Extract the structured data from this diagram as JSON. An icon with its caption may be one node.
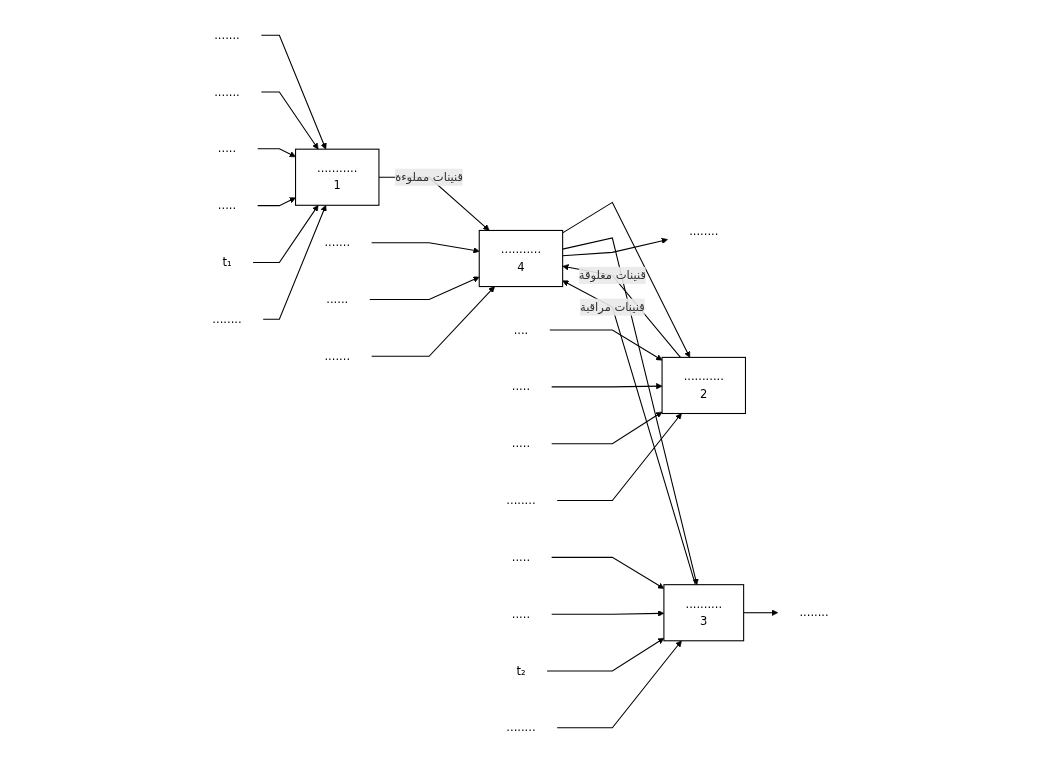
{
  "diagram": {
    "nodes": [
      {
        "text": [
          "...........",
          "1"
        ]
      },
      {
        "text": [
          "...........",
          "2"
        ]
      },
      {
        "text": [
          "..........",
          "3"
        ]
      },
      {
        "text": [
          "...........",
          "4"
        ]
      },
      {
        "text": [
          "......."
        ]
      },
      {
        "text": [
          "......."
        ]
      },
      {
        "text": [
          "....."
        ]
      },
      {
        "text": [
          "....."
        ]
      },
      {
        "text": [
          "t₁"
        ]
      },
      {
        "text": [
          "........"
        ]
      },
      {
        "text": [
          "...."
        ]
      },
      {
        "text": [
          "....."
        ]
      },
      {
        "text": [
          "....."
        ]
      },
      {
        "text": [
          "........"
        ]
      },
      {
        "text": [
          "....."
        ]
      },
      {
        "text": [
          "....."
        ]
      },
      {
        "text": [
          "t₂"
        ]
      },
      {
        "text": [
          "........"
        ]
      },
      {
        "text": [
          "........"
        ]
      },
      {
        "text": [
          "......."
        ]
      },
      {
        "text": [
          "......"
        ]
      },
      {
        "text": [
          "......."
        ]
      },
      {
        "text": [
          "........"
        ]
      }
    ],
    "edges": [
      {
        "from": 4,
        "to": 0,
        "arrow": "to"
      },
      {
        "from": 5,
        "to": 0,
        "arrow": "to"
      },
      {
        "from": 6,
        "to": 0,
        "arrow": "to"
      },
      {
        "from": 7,
        "to": 0,
        "arrow": "to"
      },
      {
        "from": 8,
        "to": 0,
        "arrow": "to"
      },
      {
        "from": 9,
        "to": 0,
        "arrow": "to"
      },
      {
        "from": 0,
        "to": 3,
        "label": "قنينات مملوءة",
        "arrow": "to"
      },
      {
        "from": 3,
        "to": 1,
        "arrow": "to"
      },
      {
        "from": 10,
        "to": 1,
        "arrow": "to"
      },
      {
        "from": 11,
        "to": 1,
        "arrow": "to"
      },
      {
        "from": 12,
        "to": 1,
        "arrow": "to"
      },
      {
        "from": 13,
        "to": 1,
        "arrow": "to"
      },
      {
        "from": 1,
        "to": 3,
        "label": "قنينات مغلوقة",
        "arrow": "to"
      },
      {
        "from": 3,
        "to": 2,
        "arrow": "to"
      },
      {
        "from": 14,
        "to": 2,
        "arrow": "to"
      },
      {
        "from": 15,
        "to": 2,
        "arrow": "to"
      },
      {
        "from": 16,
        "to": 2,
        "arrow": "to"
      },
      {
        "from": 17,
        "to": 2,
        "arrow": "to"
      },
      {
        "from": 2,
        "to": 18,
        "arrow": "to"
      },
      {
        "from": 2,
        "to": 3,
        "label": "قنينات مراقبة",
        "arrow": "to"
      },
      {
        "from": 19,
        "to": 3,
        "arrow": "to"
      },
      {
        "from": 20,
        "to": 3,
        "arrow": "to"
      },
      {
        "from": 21,
        "to": 3,
        "arrow": "to"
      },
      {
        "from": 3,
        "to": 22,
        "arrow": "to"
      }
    ]
  }
}
